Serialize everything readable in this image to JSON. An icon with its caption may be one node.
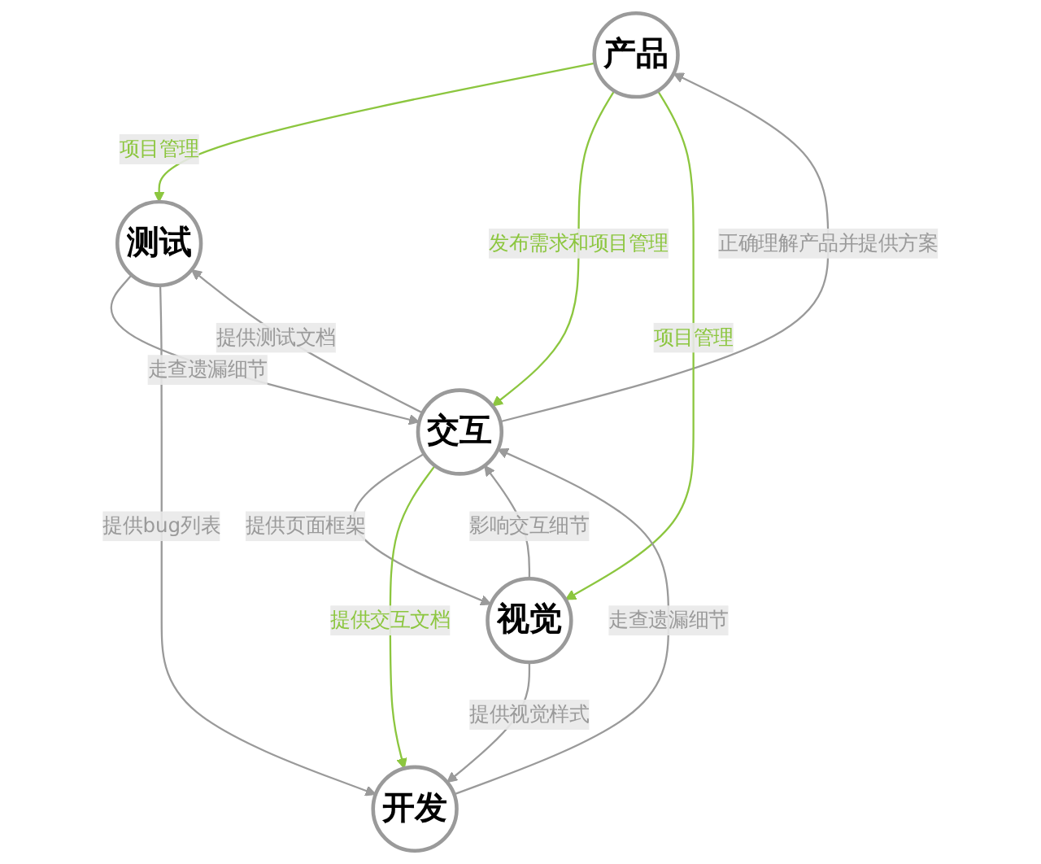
{
  "diagram": {
    "nodes": [
      {
        "text": [
          "产品"
        ]
      },
      {
        "text": [
          "测试"
        ]
      },
      {
        "text": [
          "交互"
        ]
      },
      {
        "text": [
          "视觉"
        ]
      },
      {
        "text": [
          "开发"
        ]
      }
    ],
    "edges": [
      {
        "from": 0,
        "to": 1,
        "arrow": "to",
        "label": "项目管理",
        "color": "#8cc63f"
      },
      {
        "from": 0,
        "to": 2,
        "arrow": "to",
        "label": "发布需求和项目管理",
        "color": "#8cc63f"
      },
      {
        "from": 2,
        "to": 0,
        "arrow": "to",
        "label": "正确理解产品并提供方案"
      },
      {
        "from": 0,
        "to": 3,
        "arrow": "to",
        "label": "项目管理",
        "color": "#8cc63f"
      },
      {
        "from": 2,
        "to": 1,
        "arrow": "to",
        "label": "提供测试文档"
      },
      {
        "from": 1,
        "to": 2,
        "arrow": "to",
        "label": "走查遗漏细节"
      },
      {
        "from": 3,
        "to": 2,
        "arrow": "to",
        "label": "影响交互细节"
      },
      {
        "from": 2,
        "to": 3,
        "arrow": "to",
        "label": "提供页面框架"
      },
      {
        "from": 2,
        "to": 4,
        "arrow": "to",
        "label": "提供交互文档",
        "color": "#8cc63f"
      },
      {
        "from": 4,
        "to": 2,
        "arrow": "to",
        "label": "走查遗漏细节"
      },
      {
        "from": 1,
        "to": 4,
        "arrow": "to",
        "label": "提供bug列表"
      },
      {
        "from": 3,
        "to": 4,
        "arrow": "to",
        "label": "提供视觉样式"
      }
    ]
  }
}
